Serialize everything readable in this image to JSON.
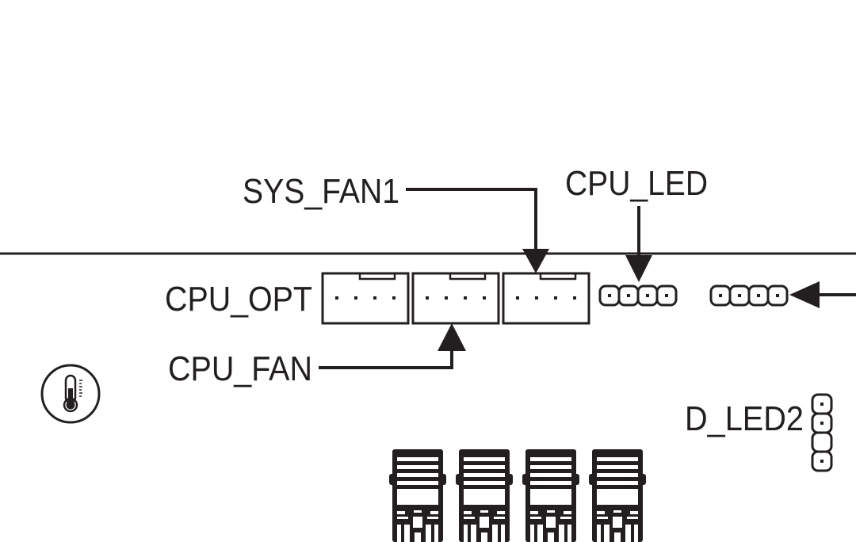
{
  "diagram": {
    "title": "Motherboard header layout (partial)",
    "labels": {
      "sys_fan1": "SYS_FAN1",
      "cpu_led": "CPU_LED",
      "cpu_opt": "CPU_OPT",
      "cpu_fan": "CPU_FAN",
      "d_led2": "D_LED2"
    },
    "fan_headers": [
      {
        "name": "CPU_OPT",
        "pins": 4
      },
      {
        "name": "CPU_FAN",
        "pins": 4
      },
      {
        "name": "SYS_FAN1",
        "pins": 4
      }
    ],
    "led_headers": [
      {
        "name": "CPU_LED",
        "pins": 4,
        "orientation": "horizontal"
      },
      {
        "name": "unlabeled-led-header",
        "pins": 4,
        "orientation": "horizontal"
      },
      {
        "name": "D_LED2",
        "pins": 4,
        "orientation": "vertical",
        "missing_pin": 3
      }
    ],
    "sata_ports": 4,
    "icons": [
      "thermometer-icon"
    ],
    "colors": {
      "ink": "#231f20",
      "background": "#ffffff"
    }
  }
}
